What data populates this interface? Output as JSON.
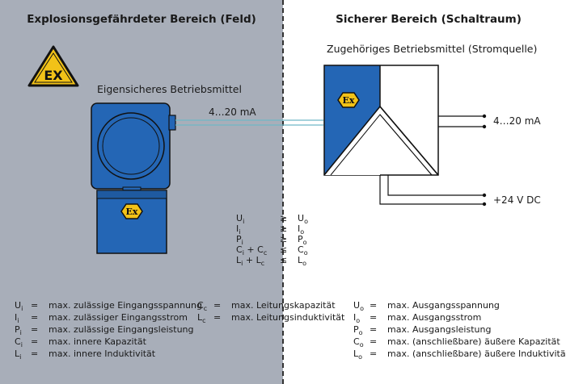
{
  "zones": {
    "hazardous_title": "Explosionsgefährdeter Bereich (Feld)",
    "safe_title": "Sicherer Bereich (Schaltraum)"
  },
  "labels": {
    "field_device": "Eigensicheres Betriebsmittel",
    "associated_device": "Zugehöriges Betriebsmittel (Stromquelle)",
    "loop_signal": "4…20 mA",
    "output_signal": "4…20 mA",
    "supply": "+24 V DC",
    "ex_warning": "EX",
    "ex_mark": "Ex"
  },
  "conditions": [
    {
      "left": "U",
      "left_sub": "i",
      "left2": "",
      "left2_sub": "",
      "op": "≥",
      "right": "U",
      "right_sub": "o"
    },
    {
      "left": "I",
      "left_sub": "i",
      "left2": "",
      "left2_sub": "",
      "op": "≥",
      "right": "I",
      "right_sub": "o"
    },
    {
      "left": "P",
      "left_sub": "i",
      "left2": "",
      "left2_sub": "",
      "op": "≥",
      "right": "P",
      "right_sub": "o"
    },
    {
      "left": "C",
      "left_sub": "i",
      "left2": " + C",
      "left2_sub": "c",
      "op": "≤",
      "right": "C",
      "right_sub": "o"
    },
    {
      "left": "L",
      "left_sub": "i",
      "left2": " + L",
      "left2_sub": "c",
      "op": "≤",
      "right": "L",
      "right_sub": "o"
    }
  ],
  "legend_inputs": [
    {
      "sym": "U",
      "sub": "i",
      "eq": "=",
      "text": "max. zulässige Eingangsspannung"
    },
    {
      "sym": "I",
      "sub": "i",
      "eq": "=",
      "text": "max. zulässiger Eingangsstrom"
    },
    {
      "sym": "P",
      "sub": "i",
      "eq": "=",
      "text": "max. zulässige Eingangsleistung"
    },
    {
      "sym": "C",
      "sub": "i",
      "eq": "=",
      "text": "max. innere Kapazität"
    },
    {
      "sym": "L",
      "sub": "i",
      "eq": "=",
      "text": "max. innere Induktivität"
    }
  ],
  "legend_cable": [
    {
      "sym": "C",
      "sub": "c",
      "eq": "=",
      "text": "max. Leitungskapazität"
    },
    {
      "sym": "L",
      "sub": "c",
      "eq": "=",
      "text": "max. Leitungsinduktivität"
    }
  ],
  "legend_outputs": [
    {
      "sym": "U",
      "sub": "o",
      "eq": "=",
      "text": "max. Ausgangsspannung"
    },
    {
      "sym": "I",
      "sub": "o",
      "eq": "=",
      "text": "max. Ausgangsstrom"
    },
    {
      "sym": "P",
      "sub": "o",
      "eq": "=",
      "text": "max. Ausgangsleistung"
    },
    {
      "sym": "C",
      "sub": "o",
      "eq": "=",
      "text": "max. (anschließbare) äußere Kapazität"
    },
    {
      "sym": "L",
      "sub": "o",
      "eq": "=",
      "text": "max. (anschließbare) äußere Induktivität"
    }
  ],
  "colors": {
    "hazard_zone": "#a8aeb9",
    "device_blue": "#2466b5",
    "ex_yellow": "#f2c218",
    "line": "#333333"
  }
}
